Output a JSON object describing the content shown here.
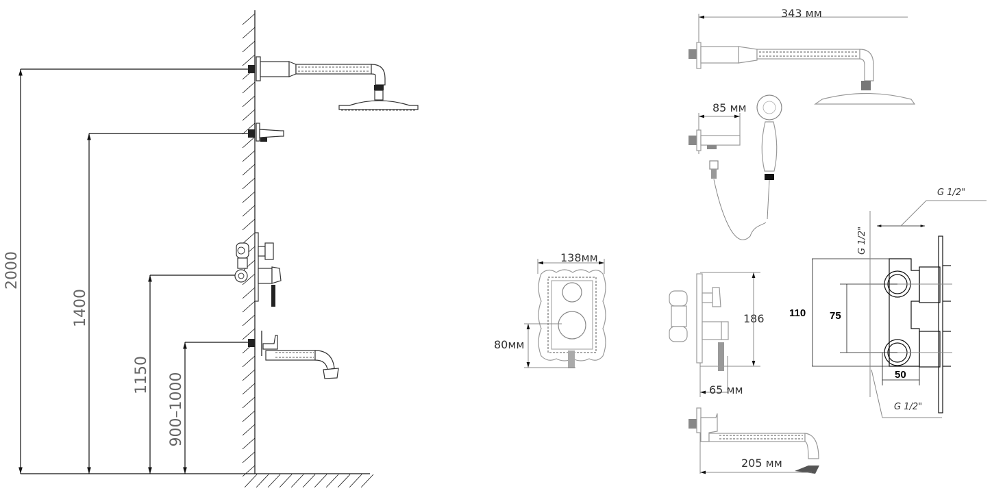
{
  "installation": {
    "heights": {
      "overhead_shower": "2000",
      "hand_shower_holder": "1400",
      "mixer": "1150",
      "spout": "900–1000"
    }
  },
  "components": {
    "shower_arm_length": "343 мм",
    "holder_length": "85 мм",
    "plate_width": "138мм",
    "plate_offset": "80мм",
    "mixer_height": "186",
    "mixer_depth": "65 мм",
    "spout_length": "205 мм"
  },
  "connection": {
    "height": "110",
    "spacing": "75",
    "depth": "50",
    "thread_top": "G 1/2\"",
    "thread_side": "G 1/2\"",
    "thread_bottom": "G 1/2\""
  }
}
